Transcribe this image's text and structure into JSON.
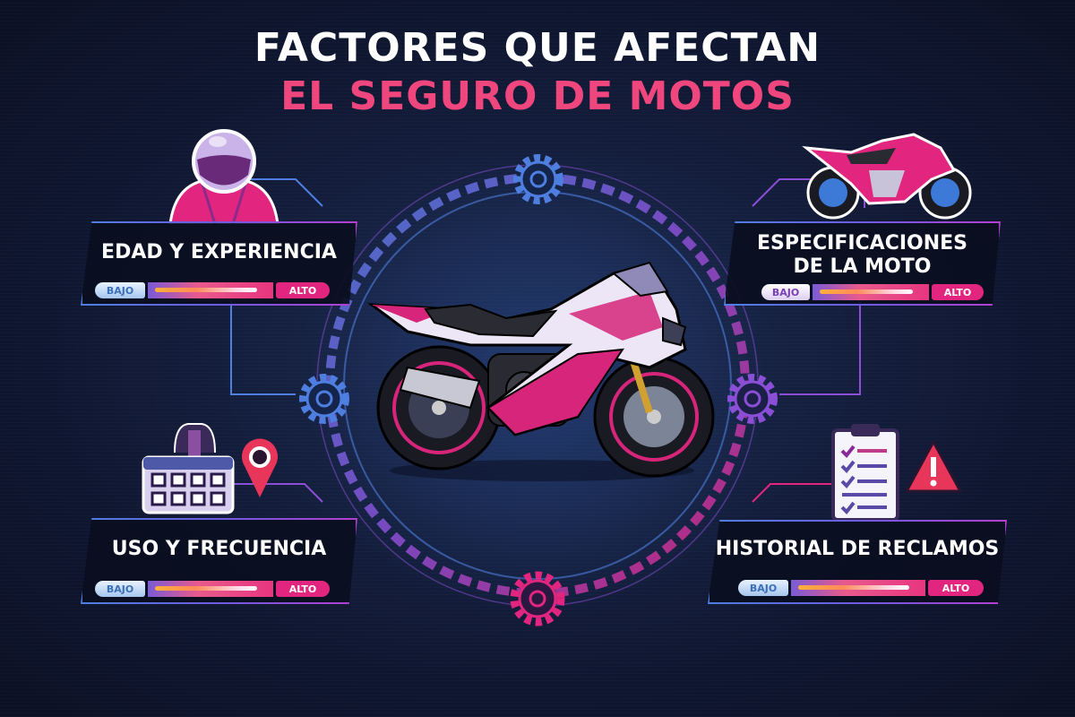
{
  "title": {
    "line1": "FACTORES QUE AFECTAN",
    "line2": "EL SEGURO DE MOTOS"
  },
  "colors": {
    "background": "#0f1630",
    "title_primary": "#ffffff",
    "title_accent": "#f0467e",
    "bajo_pill": "#a6c6ee",
    "alto_pill": "#e2267f",
    "ring_blue": "#4e7fe0",
    "ring_pink": "#e2267f",
    "ring_purple": "#8a4fd6"
  },
  "factors": [
    {
      "id": "edad",
      "title": "EDAD Y EXPERIENCIA",
      "icon": "rider-helmet-icon",
      "scale_low": "BAJO",
      "scale_high": "ALTO"
    },
    {
      "id": "especificaciones",
      "title_line1": "ESPECIFICACIONES",
      "title_line2": "DE LA MOTO",
      "icon": "sport-motorcycle-icon",
      "scale_low": "BAJO",
      "scale_high": "ALTO"
    },
    {
      "id": "uso",
      "title": "USO Y FRECUENCIA",
      "icon": "calendar-location-icon",
      "scale_low": "BAJO",
      "scale_high": "ALTO"
    },
    {
      "id": "historial",
      "title": "HISTORIAL DE RECLAMOS",
      "icon": "clipboard-warning-icon",
      "scale_low": "BAJO",
      "scale_high": "ALTO"
    }
  ],
  "center": {
    "illustration": "sport-motorcycle-illustration",
    "ring_gears": [
      "gear-top",
      "gear-left",
      "gear-right",
      "gear-bottom"
    ]
  }
}
